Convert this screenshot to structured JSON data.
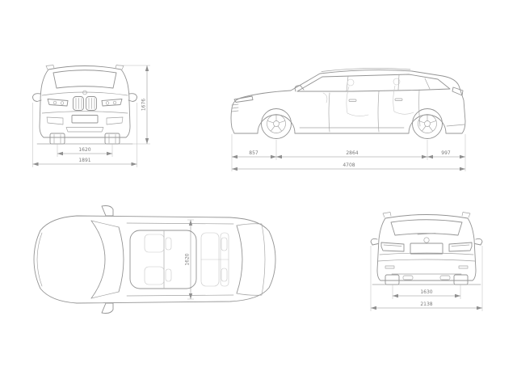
{
  "drawing": {
    "type": "vehicle-dimension-blueprint",
    "subject": "SUV technical dimension drawing (4 views)",
    "line_color": "#949494",
    "dim_color": "#8f8f8f",
    "background": "#ffffff"
  },
  "views": {
    "front": {
      "label": "front-view",
      "height_mm": "1676",
      "track_mm": "1620",
      "width_mm": "1891"
    },
    "side": {
      "label": "side-view",
      "front_overhang_mm": "857",
      "wheelbase_mm": "2864",
      "rear_overhang_mm": "997",
      "length_mm": "4708"
    },
    "top": {
      "label": "top-view",
      "interior_width_mm": "1620"
    },
    "rear": {
      "label": "rear-view",
      "track_mm": "1630",
      "mirror_width_mm": "2138"
    }
  }
}
